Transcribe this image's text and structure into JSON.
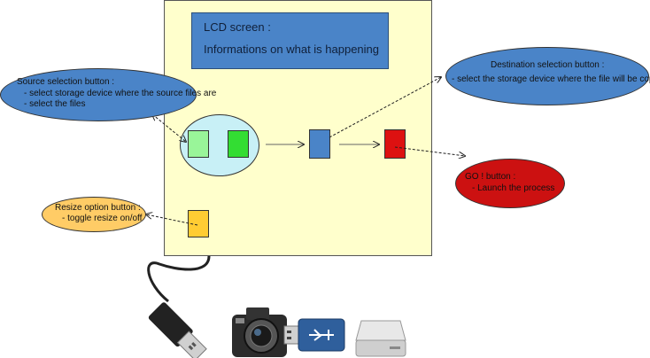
{
  "lcd": {
    "title": "LCD screen :",
    "info": "Informations on what is happening"
  },
  "source": {
    "title": "Source selection button :",
    "lines": [
      "- select storage device where the source files are",
      "- select the files"
    ]
  },
  "destination": {
    "title": "Destination selection button :",
    "lines": [
      "- select the storage device where the file will be copied"
    ]
  },
  "go": {
    "title": "GO ! button :",
    "lines": [
      "- Launch the process"
    ]
  },
  "resize": {
    "title": "Resize option button :",
    "lines": [
      "- toggle resize on/off"
    ]
  },
  "icons": [
    "usb-cable-icon",
    "camera-icon",
    "usb-stick-icon",
    "hard-drive-icon"
  ],
  "colors": {
    "panel": "#ffffcc",
    "lcd": "#4a84c8",
    "source_bubble": "#c8f0f6",
    "source_button_1": "#99f599",
    "source_button_2": "#33dd33",
    "destination_button": "#4a84c8",
    "go_button": "#dd1111",
    "resize_button": "#ffcc33"
  }
}
